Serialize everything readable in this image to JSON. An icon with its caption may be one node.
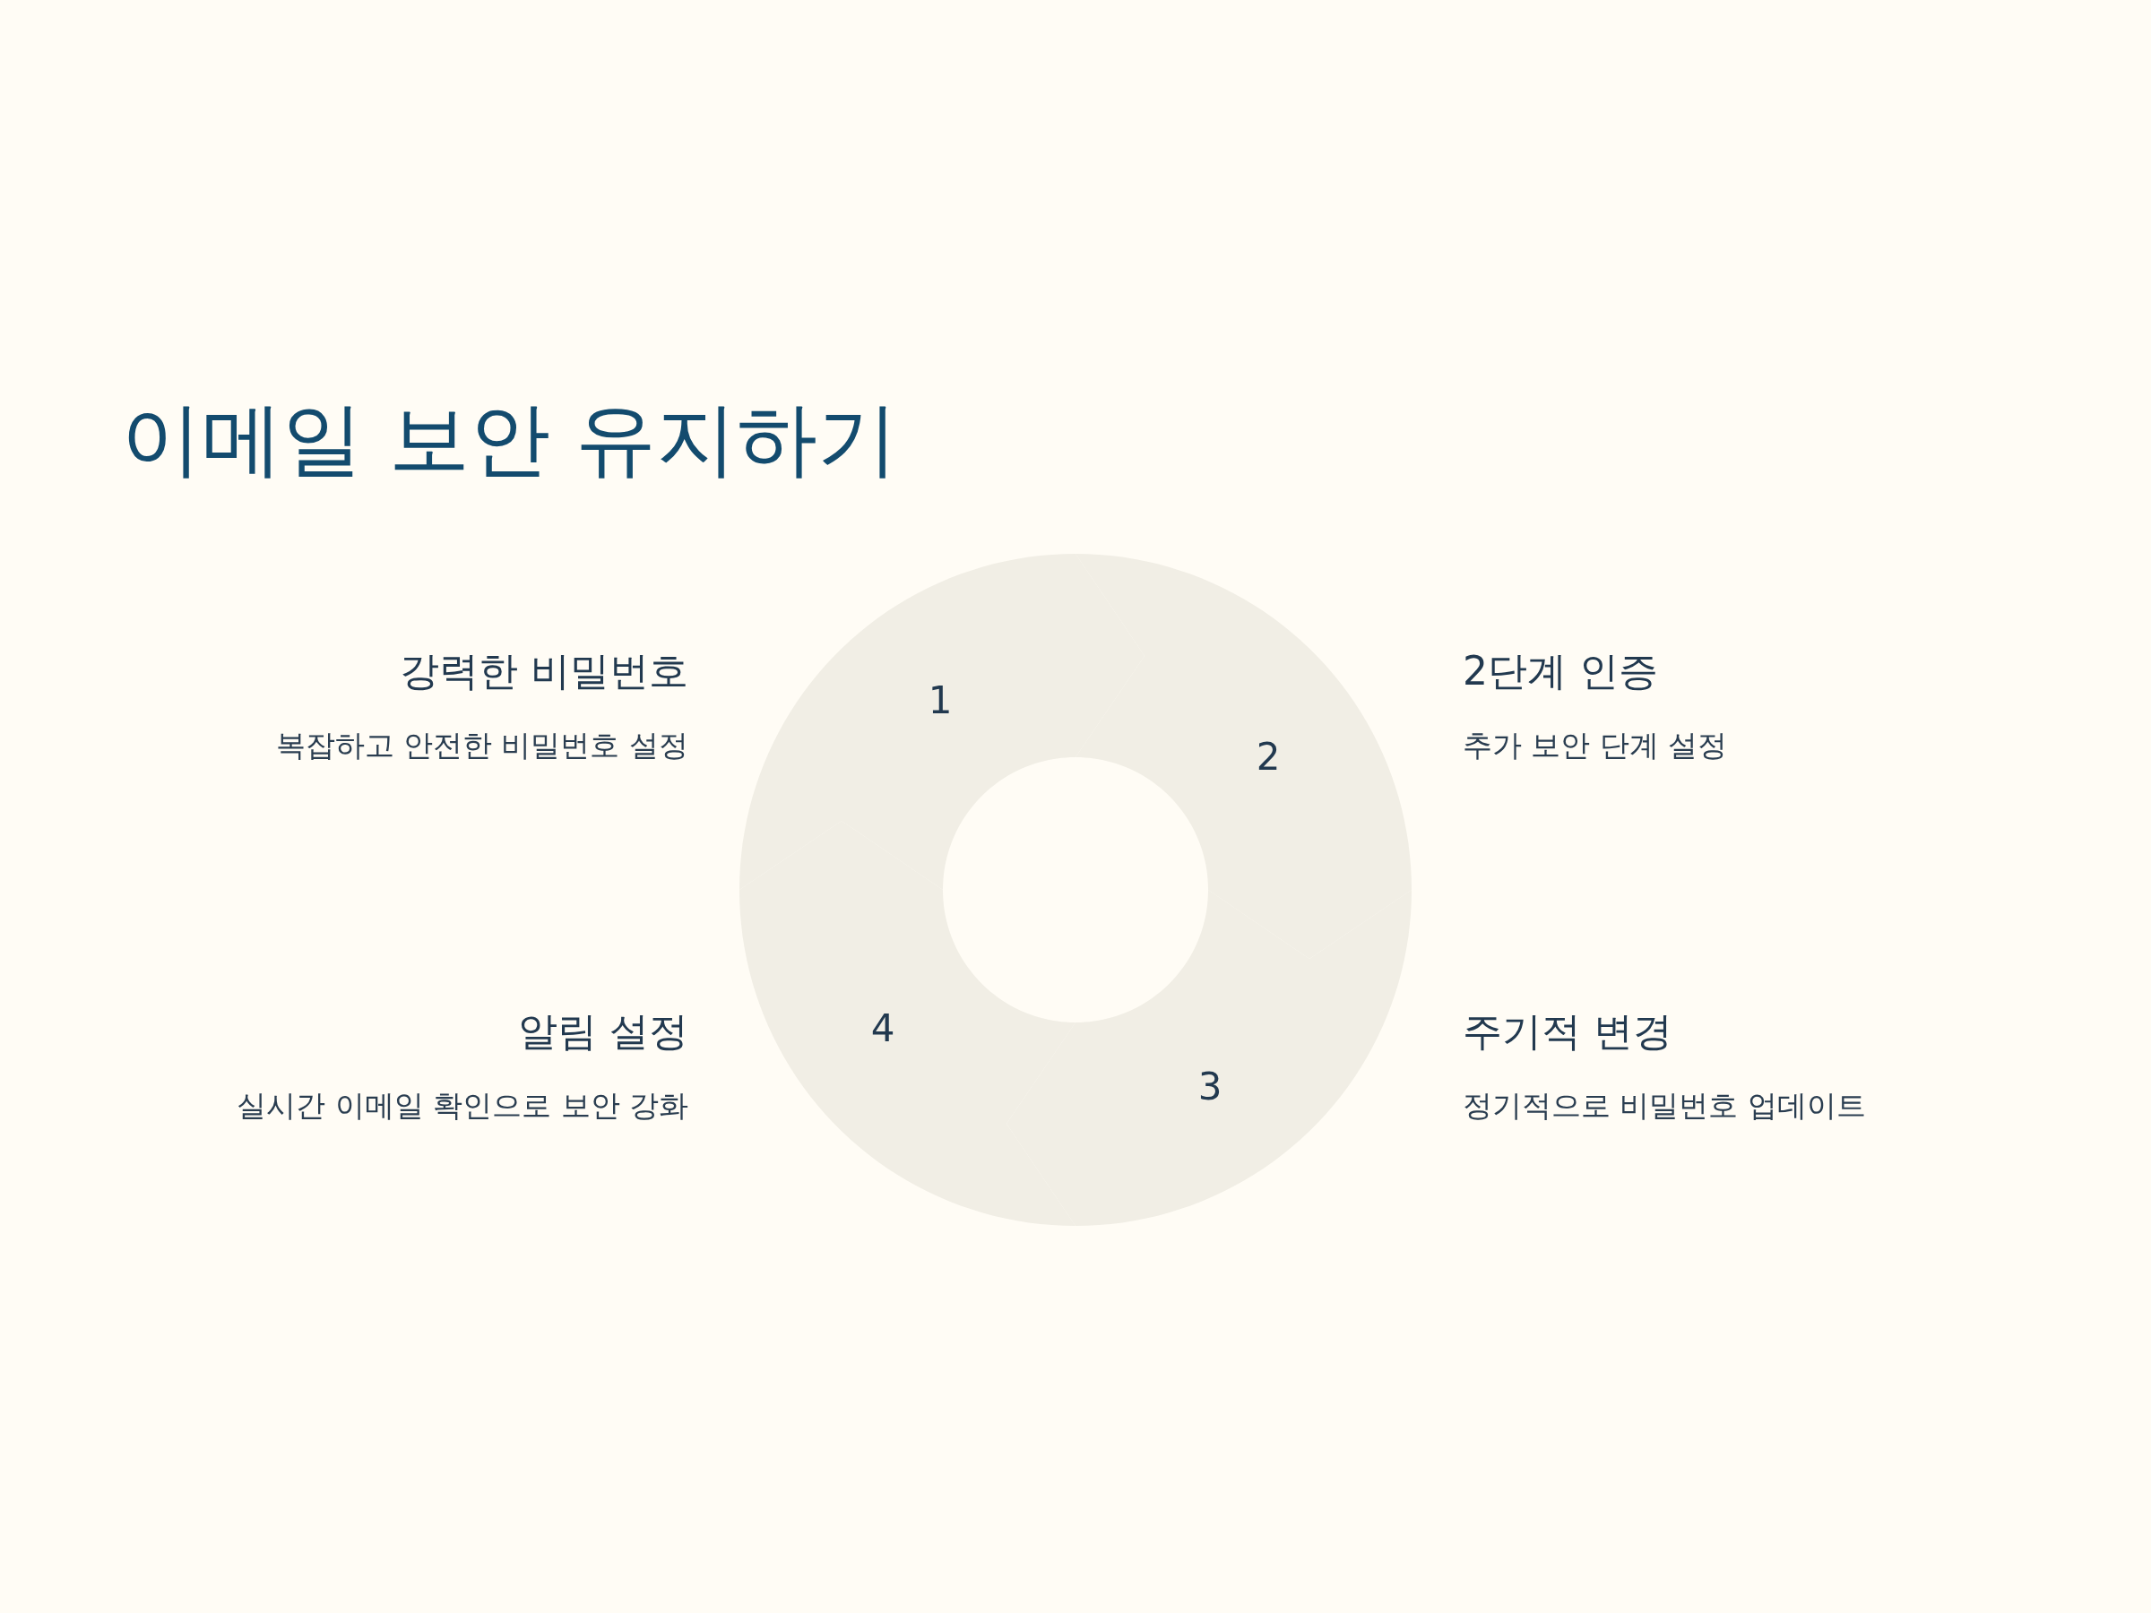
{
  "diagram": {
    "title": "이메일 보안 유지하기",
    "nodes": [
      {
        "text": [
          "1"
        ],
        "beside": [
          "강력한 비밀번호",
          "복잡하고 안전한 비밀번호 설정"
        ]
      },
      {
        "text": [
          "2"
        ],
        "beside": [
          "2단계 인증",
          "추가 보안 단계 설정"
        ]
      },
      {
        "text": [
          "3"
        ],
        "beside": [
          "주기적 변경",
          "정기적으로 비밀번호 업데이트"
        ]
      },
      {
        "text": [
          "4"
        ],
        "beside": [
          "알림 설정",
          "실시간 이메일 확인으로 보안 강화"
        ]
      }
    ]
  }
}
